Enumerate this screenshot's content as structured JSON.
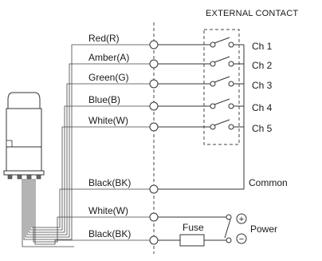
{
  "diagram": {
    "title": "EXTERNAL CONTACT",
    "wires": [
      {
        "label": "Red(R)",
        "channel": "Ch 1"
      },
      {
        "label": "Amber(A)",
        "channel": "Ch 2"
      },
      {
        "label": "Green(G)",
        "channel": "Ch 3"
      },
      {
        "label": "Blue(B)",
        "channel": "Ch 4"
      },
      {
        "label": "White(W)",
        "channel": "Ch 5"
      }
    ],
    "common": {
      "label": "Black(BK)",
      "terminal": "Common"
    },
    "power": {
      "white_label": "White(W)",
      "black_label": "Black(BK)",
      "fuse_label": "Fuse",
      "power_label": "Power",
      "plus_symbol": "+",
      "minus_symbol": "−"
    }
  }
}
